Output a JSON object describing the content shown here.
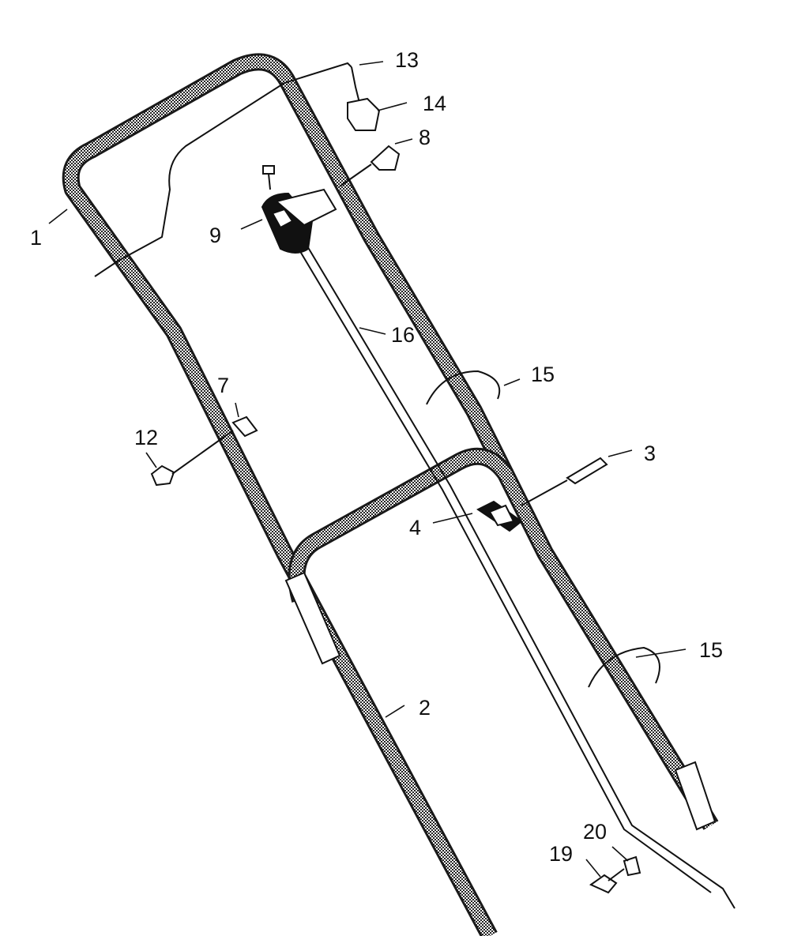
{
  "callouts": {
    "c1": "1",
    "c2": "2",
    "c3": "3",
    "c4": "4",
    "c7": "7",
    "c8": "8",
    "c9": "9",
    "c12": "12",
    "c13": "13",
    "c14": "14",
    "c15a": "15",
    "c15b": "15",
    "c16": "16",
    "c19": "19",
    "c20": "20"
  },
  "colors": {
    "line": "#111111",
    "background": "#ffffff"
  }
}
